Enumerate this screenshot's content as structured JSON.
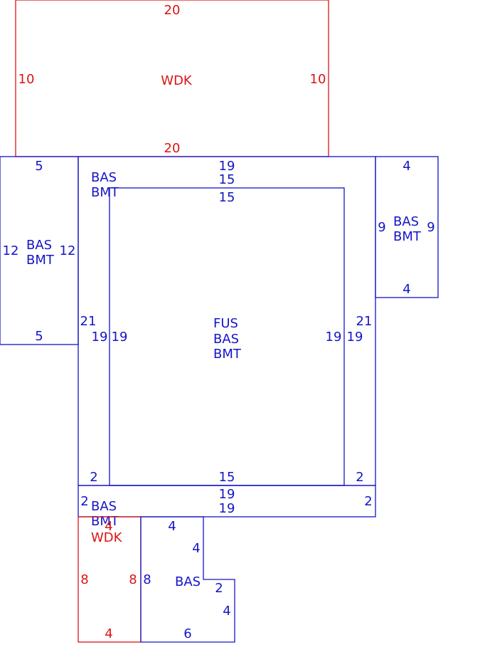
{
  "colors": {
    "blue": "#1414c8",
    "red": "#dc1414"
  },
  "wdk_top": {
    "code": "WDK",
    "dim_top": "20",
    "dim_bottom": "20",
    "dim_left": "10",
    "dim_right": "10"
  },
  "left_wing": {
    "code1": "BAS",
    "code2": "BMT",
    "dim_top": "5",
    "dim_bottom": "5",
    "dim_left": "12",
    "dim_right": "12"
  },
  "right_wing": {
    "code1": "BAS",
    "code2": "BMT",
    "dim_top": "4",
    "dim_bottom": "4",
    "dim_left": "9",
    "dim_right": "9"
  },
  "outer_ring": {
    "code1": "BAS",
    "code2": "BMT",
    "dim_top": "19",
    "dim_left": "21",
    "dim_right": "21",
    "dim_left_inner": "19",
    "dim_right_inner": "19",
    "dim_bottom_left": "2",
    "dim_bottom_right": "2"
  },
  "inner_core": {
    "code1": "FUS",
    "code2": "BAS",
    "code3": "BMT",
    "dim_top_outer": "15",
    "dim_top": "15",
    "dim_left": "19",
    "dim_right": "19",
    "dim_bottom": "15"
  },
  "bottom_strip": {
    "code1": "BAS",
    "code2": "BMT",
    "dim_top": "19",
    "dim_bottom": "19",
    "dim_left": "2",
    "dim_right": "2"
  },
  "wdk_bottom": {
    "code": "WDK",
    "dim_top": "4",
    "dim_bottom": "4",
    "dim_left": "8",
    "dim_right": "8"
  },
  "bas_step": {
    "code": "BAS",
    "dim_top": "4",
    "dim_right_upper": "4",
    "dim_step": "2",
    "dim_right_lower": "4",
    "dim_bottom": "6",
    "dim_left": "8"
  }
}
